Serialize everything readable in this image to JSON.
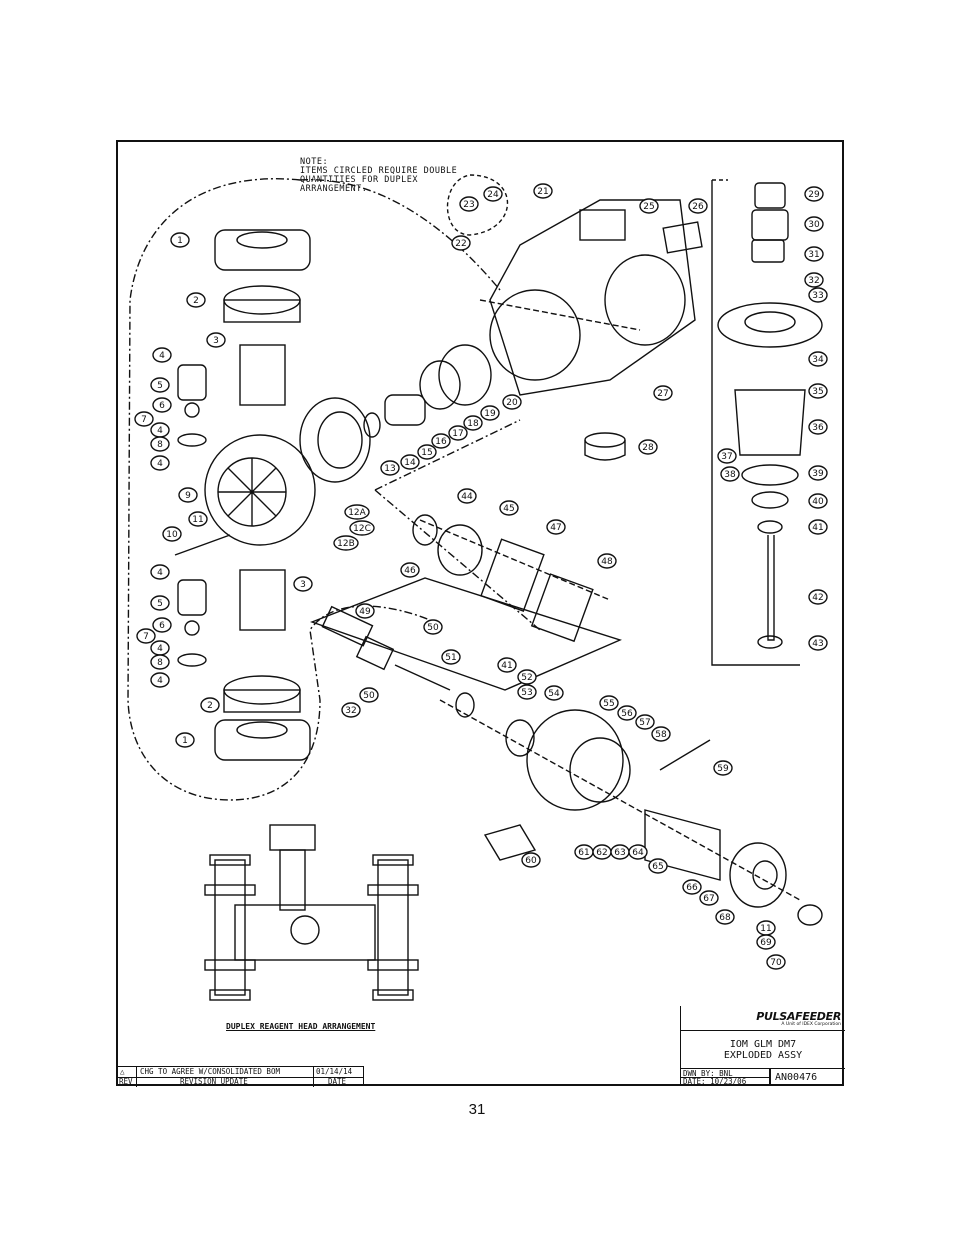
{
  "note": {
    "line1": "NOTE:",
    "line2": "ITEMS CIRCLED REQUIRE DOUBLE",
    "line3": "QUANTITIES FOR DUPLEX",
    "line4": "ARRANGEMENT."
  },
  "callouts": [
    "1",
    "2",
    "3",
    "4",
    "5",
    "6",
    "7",
    "4",
    "8",
    "4",
    "9",
    "10",
    "11",
    "4",
    "5",
    "6",
    "7",
    "4",
    "8",
    "4",
    "2",
    "1",
    "3",
    "12A",
    "12B",
    "12C",
    "13",
    "14",
    "15",
    "16",
    "17",
    "18",
    "19",
    "20",
    "21",
    "22",
    "23",
    "24",
    "25",
    "26",
    "27",
    "28",
    "29",
    "30",
    "31",
    "32",
    "33",
    "34",
    "35",
    "36",
    "37",
    "38",
    "39",
    "40",
    "41",
    "42",
    "43",
    "44",
    "45",
    "46",
    "47",
    "48",
    "49",
    "50",
    "50",
    "51",
    "32",
    "41",
    "52",
    "53",
    "54",
    "55",
    "56",
    "57",
    "58",
    "59",
    "60",
    "61",
    "62",
    "63",
    "64",
    "65",
    "66",
    "67",
    "68",
    "11",
    "69",
    "70"
  ],
  "duplex_label": "DUPLEX REAGENT HEAD ARRANGEMENT",
  "title_block": {
    "logo": "PULSAFEEDER",
    "logo_sub": "A Unit of IDEX Corporation",
    "title_line1": "IOM GLM DM7",
    "title_line2": "EXPLODED ASSY",
    "drawn_by": "DWN BY: BNL",
    "date": "DATE: 10/23/06",
    "drawing_number": "AN00476"
  },
  "revision_block": {
    "rev_symbol": "△",
    "rev_desc": "CHG TO AGREE W/CONSOLIDATED BOM",
    "rev_date": "01/14/14",
    "hdr_rev": "REV",
    "hdr_desc": "REVISION UPDATE",
    "hdr_date": "DATE"
  },
  "page_number": "31"
}
